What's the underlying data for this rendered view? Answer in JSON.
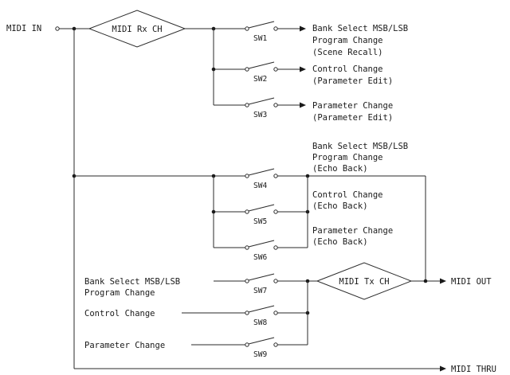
{
  "input_label": "MIDI IN",
  "rx_label": "MIDI Rx CH",
  "tx_label": "MIDI Tx CH",
  "out_label": "MIDI OUT",
  "thru_label": "MIDI THRU",
  "switches": {
    "sw1": "SW1",
    "sw2": "SW2",
    "sw3": "SW3",
    "sw4": "SW4",
    "sw5": "SW5",
    "sw6": "SW6",
    "sw7": "SW7",
    "sw8": "SW8",
    "sw9": "SW9"
  },
  "rx_outputs": {
    "o1": [
      "Bank Select MSB/LSB",
      "Program Change",
      "(Scene Recall)"
    ],
    "o2": [
      "Control Change",
      "(Parameter Edit)"
    ],
    "o3": [
      "Parameter Change",
      "(Parameter Edit)"
    ]
  },
  "echo": {
    "e1": [
      "Bank Select MSB/LSB",
      "Program Change",
      "(Echo Back)"
    ],
    "e2": [
      "Control Change",
      "(Echo Back)"
    ],
    "e3": [
      "Parameter Change",
      "(Echo Back)"
    ]
  },
  "tx_inputs": {
    "t1": [
      "Bank Select MSB/LSB",
      "Program Change"
    ],
    "t2": [
      "Control Change"
    ],
    "t3": [
      "Parameter Change"
    ]
  }
}
